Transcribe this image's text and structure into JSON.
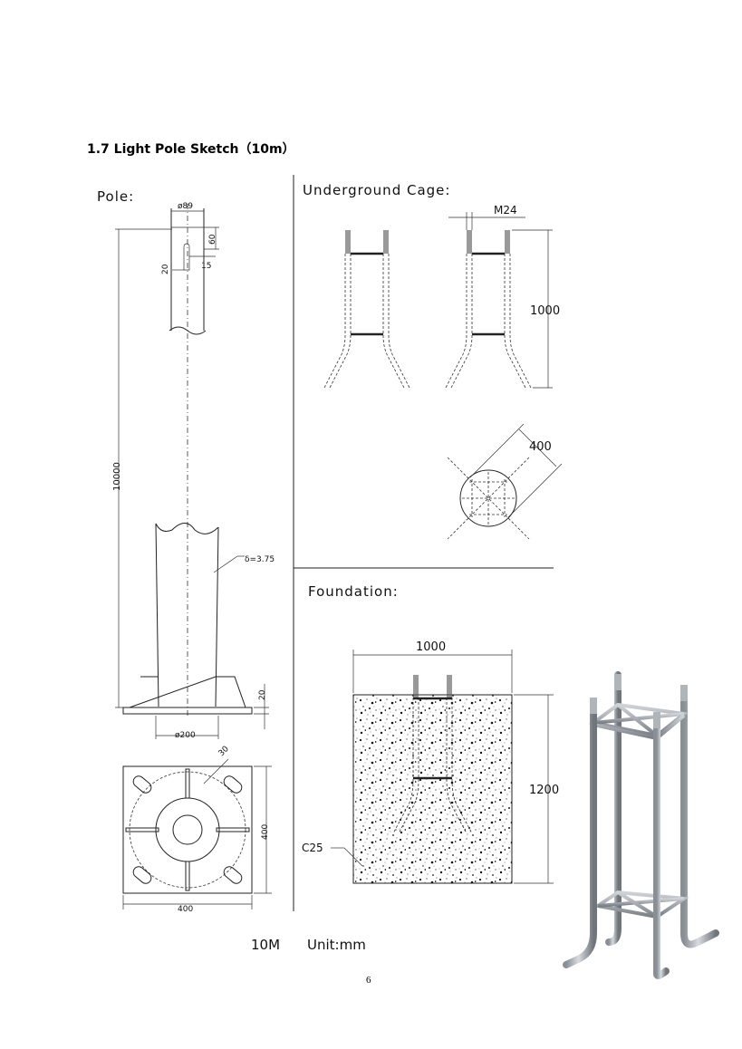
{
  "title": "1.7 Light Pole Sketch（10m）",
  "page_number": "6",
  "pole": {
    "heading": "Pole:",
    "top_diameter": "ø89",
    "dim_60": "60",
    "dim_20_top": "20",
    "dim_15": "15",
    "height": "10000",
    "thickness": "δ=3.75",
    "dim_20_base": "20",
    "base_diameter": "ø200",
    "dim_30": "30",
    "plate_width": "400",
    "plate_height": "400"
  },
  "cage": {
    "heading": "Underground  Cage:",
    "bolt": "M24",
    "height": "1000",
    "diagonal": "400"
  },
  "foundation": {
    "heading": "Foundation:",
    "width": "1000",
    "depth": "1200",
    "concrete": "C25"
  },
  "footer": {
    "model": "10M",
    "unit": "Unit:mm"
  }
}
